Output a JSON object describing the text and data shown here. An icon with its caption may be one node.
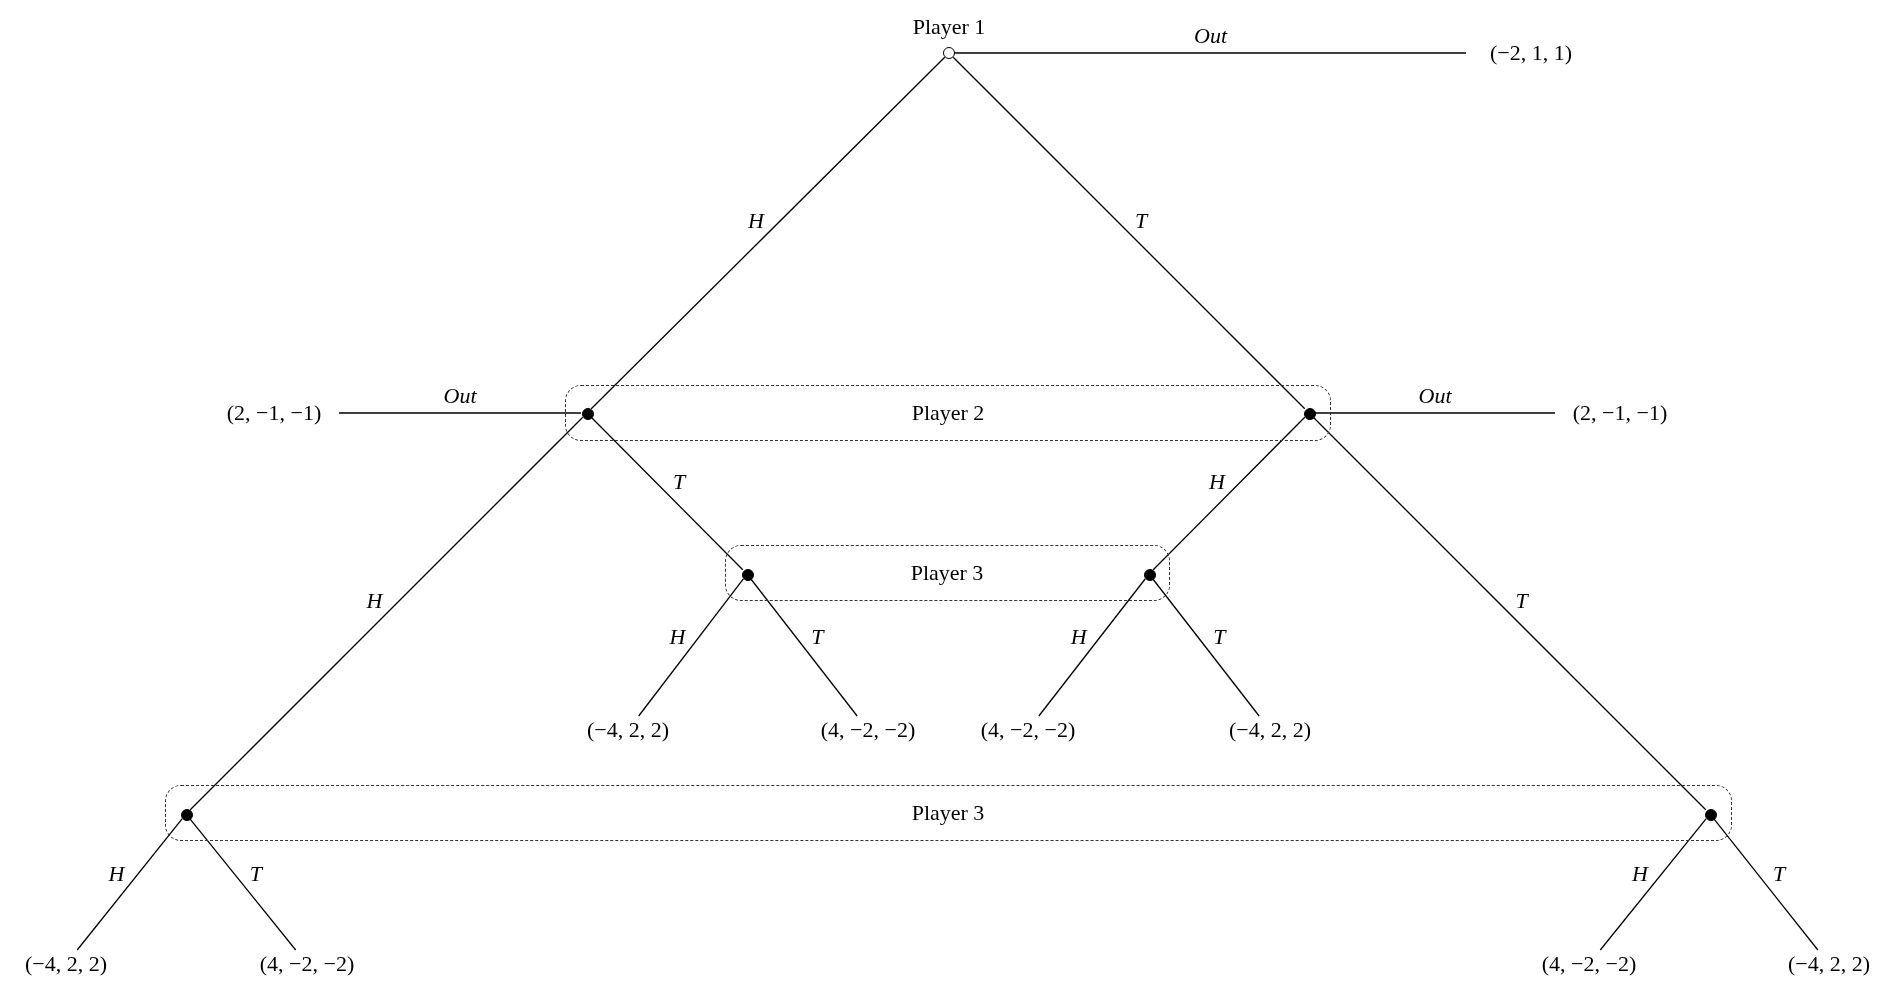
{
  "diagram": {
    "nodes": [
      {
        "text": [],
        "shape": "circle",
        "beside": [
          "Player 1"
        ]
      },
      {
        "text": [
          "(−2, 1, 1)"
        ]
      },
      {
        "text": [
          "Player 2"
        ]
      },
      {
        "text": [
          "(2, −1, −1)"
        ]
      },
      {
        "text": [],
        "shape": "dot",
        "in": 2
      },
      {
        "text": [],
        "shape": "dot",
        "in": 2
      },
      {
        "text": [
          "(2, −1, −1)"
        ]
      },
      {
        "text": [
          "Player 3"
        ]
      },
      {
        "text": [],
        "shape": "dot",
        "in": 7
      },
      {
        "text": [],
        "shape": "dot",
        "in": 7
      },
      {
        "text": [
          "(−4, 2, 2)"
        ]
      },
      {
        "text": [
          "(4, −2, −2)"
        ]
      },
      {
        "text": [
          "(4, −2, −2)"
        ]
      },
      {
        "text": [
          "(−4, 2, 2)"
        ]
      },
      {
        "text": [
          "Player 3"
        ]
      },
      {
        "text": [],
        "shape": "dot",
        "in": 14
      },
      {
        "text": [],
        "shape": "dot",
        "in": 14
      },
      {
        "text": [
          "(−4, 2, 2)"
        ]
      },
      {
        "text": [
          "(4, −2, −2)"
        ]
      },
      {
        "text": [
          "(4, −2, −2)"
        ]
      },
      {
        "text": [
          "(−4, 2, 2)"
        ]
      }
    ],
    "edges": [
      {
        "from": 0,
        "to": 1,
        "arrow": "none",
        "label": "Out"
      },
      {
        "from": 0,
        "to": 4,
        "arrow": "none",
        "label": "H"
      },
      {
        "from": 0,
        "to": 5,
        "arrow": "none",
        "label": "T"
      },
      {
        "from": 4,
        "to": 3,
        "arrow": "none",
        "label": "Out"
      },
      {
        "from": 5,
        "to": 6,
        "arrow": "none",
        "label": "Out"
      },
      {
        "from": 4,
        "to": 15,
        "arrow": "none",
        "label": "H"
      },
      {
        "from": 4,
        "to": 8,
        "arrow": "none",
        "label": "T"
      },
      {
        "from": 5,
        "to": 9,
        "arrow": "none",
        "label": "H"
      },
      {
        "from": 5,
        "to": 16,
        "arrow": "none",
        "label": "T"
      },
      {
        "from": 8,
        "to": 10,
        "arrow": "none",
        "label": "H"
      },
      {
        "from": 8,
        "to": 11,
        "arrow": "none",
        "label": "T"
      },
      {
        "from": 9,
        "to": 12,
        "arrow": "none",
        "label": "H"
      },
      {
        "from": 9,
        "to": 13,
        "arrow": "none",
        "label": "T"
      },
      {
        "from": 15,
        "to": 17,
        "arrow": "none",
        "label": "H"
      },
      {
        "from": 15,
        "to": 18,
        "arrow": "none",
        "label": "T"
      },
      {
        "from": 16,
        "to": 19,
        "arrow": "none",
        "label": "H"
      },
      {
        "from": 16,
        "to": 20,
        "arrow": "none",
        "label": "T"
      }
    ]
  }
}
